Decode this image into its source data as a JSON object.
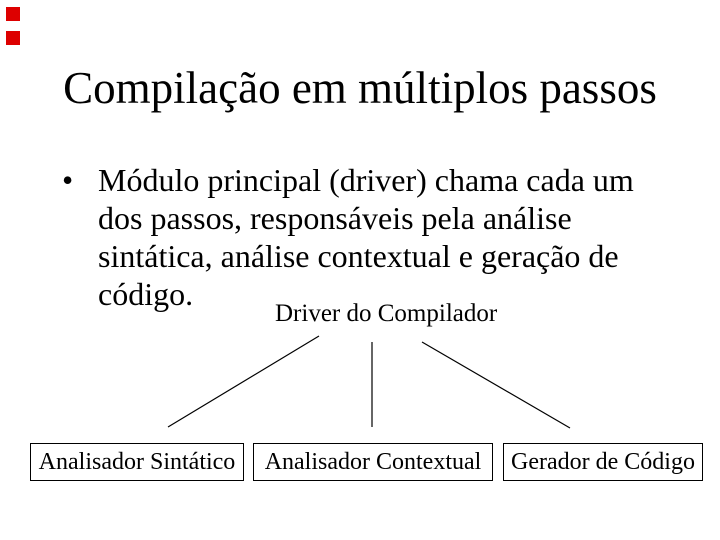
{
  "slide": {
    "background_color": "#ffffff",
    "text_color": "#000000",
    "marker_color": "#dd0000",
    "title": "Compilação em múltiplos passos",
    "bullet": {
      "marker": "•",
      "lines": [
        "Módulo principal (driver) chama cada um",
        "dos passos, responsáveis pela análise",
        "sintática, análise contextual e geração de",
        "código."
      ]
    },
    "diagram": {
      "root_label": "Driver do Compilador",
      "boxes": [
        {
          "label": "Analisador Sintático"
        },
        {
          "label": "Analisador Contextual"
        },
        {
          "label": "Gerador de Código"
        }
      ]
    }
  }
}
